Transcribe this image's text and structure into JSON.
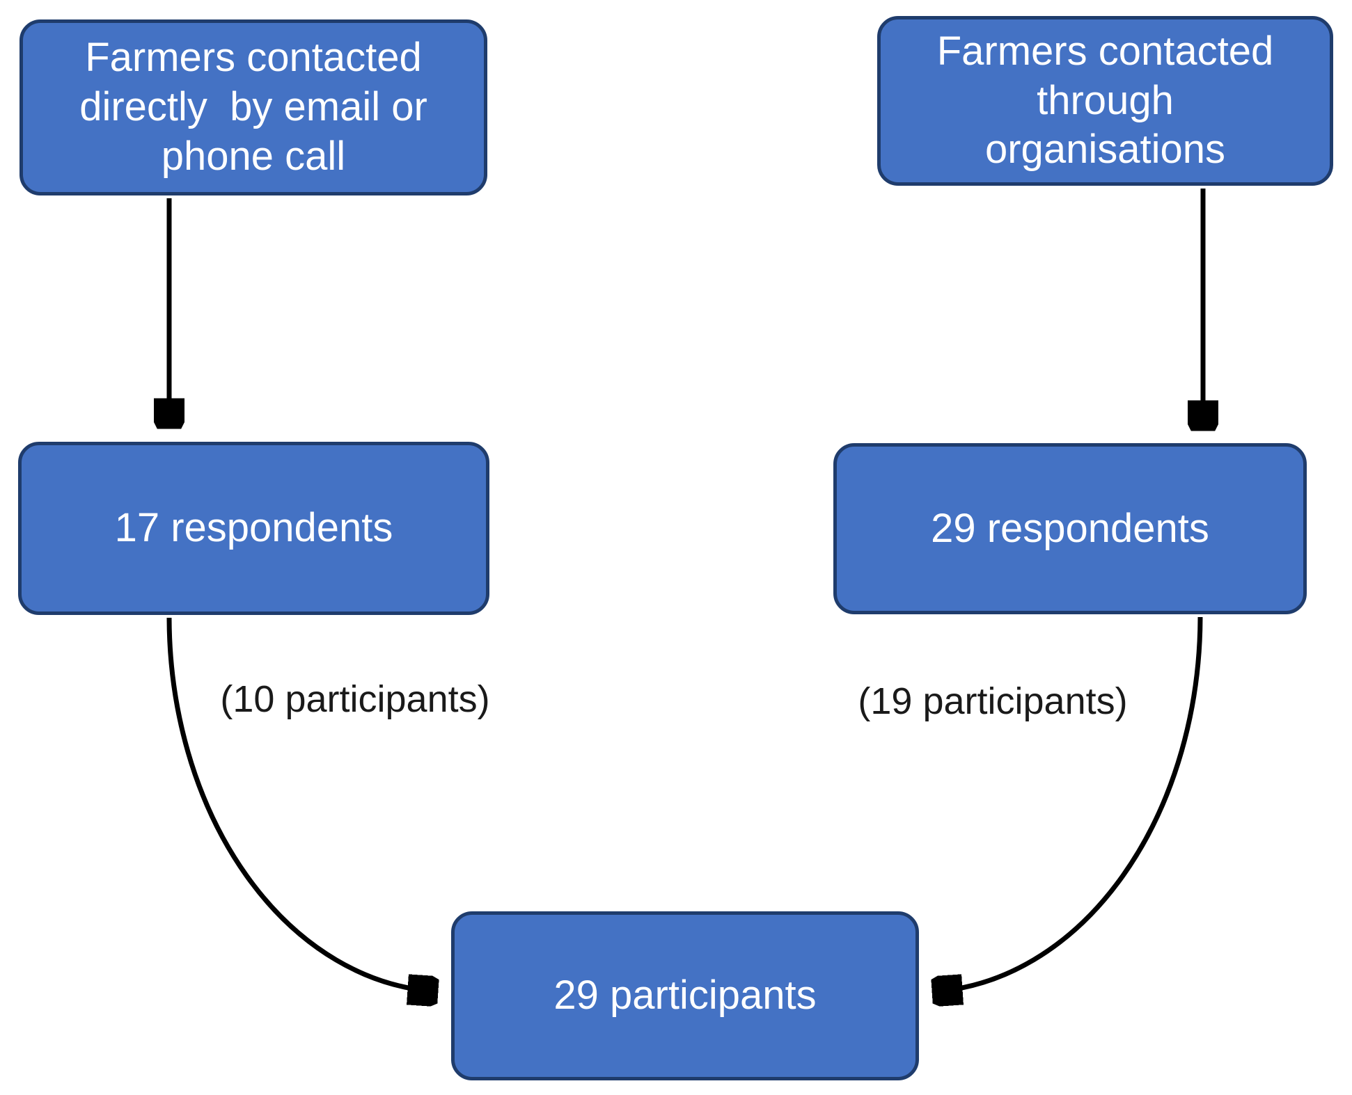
{
  "figure_type": "flowchart",
  "colors": {
    "node_fill": "#4472c4",
    "node_border": "#1f3c6c",
    "node_text": "#ffffff",
    "arrow": "#000000",
    "label_text": "#1a1a1a",
    "page_bg": "#ffffff"
  },
  "nodes": [
    {
      "id": "contact-direct",
      "text": "Farmers contacted\ndirectly  by email or\nphone call"
    },
    {
      "id": "contact-orgs",
      "text": "Farmers contacted\nthrough\norganisations"
    },
    {
      "id": "respondents-direct",
      "text": "17 respondents"
    },
    {
      "id": "respondents-orgs",
      "text": "29 respondents"
    },
    {
      "id": "participants-total",
      "text": "29 participants"
    }
  ],
  "edges": [
    {
      "from": "contact-direct",
      "to": "respondents-direct",
      "label": ""
    },
    {
      "from": "contact-orgs",
      "to": "respondents-orgs",
      "label": ""
    },
    {
      "from": "respondents-direct",
      "to": "participants-total",
      "label": "(10 participants)"
    },
    {
      "from": "respondents-orgs",
      "to": "participants-total",
      "label": "(19 participants)"
    }
  ]
}
